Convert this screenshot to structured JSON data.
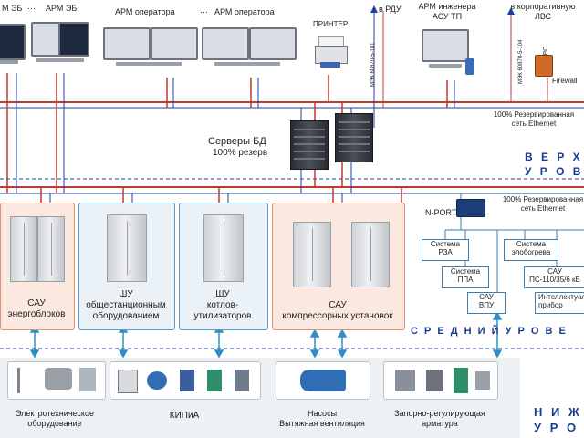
{
  "top": {
    "arm_eb_1": "М ЭБ",
    "arm_eb_2": "АРМ ЭБ",
    "arm_op_1": "АРМ оператора",
    "arm_op_2": "АРМ оператора",
    "ellipsis": "···",
    "printer": "ПРИНТЕР",
    "to_rdu": "в РДУ",
    "modem_rdu": "МЭК 60870-5-101",
    "arm_eng_line1": "АРМ инженера",
    "arm_eng_line2": "АСУ ТП",
    "to_corp_line1": "в корпоративную",
    "to_corp_line2": "ЛВС",
    "modem_corp": "МЭК 60870-5-104",
    "opc": "OPC",
    "firewall": "Firewall",
    "eth_top_line1": "100% Резервированная",
    "eth_top_line2": "сеть Ethernet",
    "servers_line1": "Серверы БД",
    "servers_line2": "100% резерв"
  },
  "levels": {
    "upper_line1": "В Е Р Х Н",
    "upper_line2": "У Р О В Е",
    "middle": "С Р Е Д Н И Й   У Р О В Е",
    "lower_line1": "Н И Ж Н",
    "lower_line2": "У Р О В Е"
  },
  "middle": {
    "nport": "N-PORT",
    "eth_mid_line1": "100% Резервированная",
    "eth_mid_line2": "сеть Ethernet",
    "sau_eb_line1": "САУ",
    "sau_eb_line2": "энергоблоков",
    "shu_general_line1": "ШУ",
    "shu_general_line2": "общестанционным",
    "shu_general_line3": "оборудованием",
    "shu_boilers_line1": "ШУ",
    "shu_boilers_line2": "котлов-",
    "shu_boilers_line3": "утилизаторов",
    "sau_comp_line1": "САУ",
    "sau_comp_line2": "компрессорных установок",
    "sys_rza_line1": "Система",
    "sys_rza_line2": "РЗА",
    "sys_pa_line1": "Система",
    "sys_pa_line2": "ППА",
    "sys_elec_line1": "Система",
    "sys_elec_line2": "элобогрева",
    "sau_vpu_line1": "САУ",
    "sau_vpu_line2": "ВПУ",
    "sau_ps_line1": "САУ",
    "sau_ps_line2": "ПС-110/35/6 кВ",
    "intel_line1": "Интеллектуальн",
    "intel_line2": "прибор"
  },
  "lower": {
    "electro_line1": "Электротехническое",
    "electro_line2": "оборудование",
    "kip": "КИПиА",
    "pumps_line1": "Насосы",
    "pumps_line2": "Вытяжная вентиляция",
    "valves_line1": "Запорно-регулирующая",
    "valves_line2": "арматура"
  },
  "colors": {
    "bus_red": "#c0392b",
    "bus_blue": "#1f3f9e",
    "level_text": "#1a3a8c",
    "sau_fill": "#fbe9e0",
    "sau_border": "#e0907a",
    "shu_fill": "#eaf2f8",
    "shu_border": "#5a9cc8",
    "lower_fill": "#eef1f4"
  },
  "icons": {
    "monitor": "workstation-monitor-icon",
    "printer": "printer-icon",
    "server": "server-rack-icon",
    "cabinet": "control-cabinet-icon",
    "nport": "nport-gateway-icon",
    "firewall": "firewall-icon",
    "pump": "pump-icon",
    "valve": "valve-icon",
    "sensor": "sensor-icon"
  }
}
